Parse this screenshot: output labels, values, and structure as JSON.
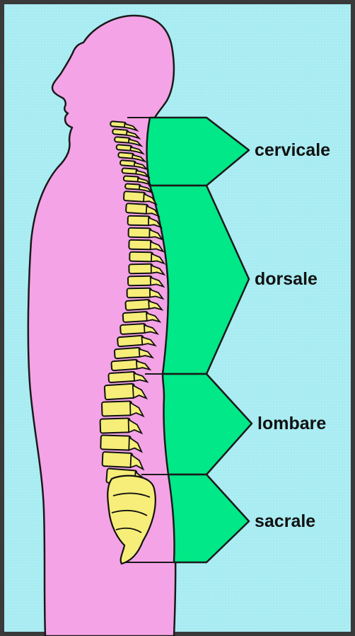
{
  "diagram": {
    "regions": [
      {
        "id": "cervical",
        "label": "cervicale"
      },
      {
        "id": "thoracic",
        "label": "dorsale"
      },
      {
        "id": "lumbar",
        "label": "lombare"
      },
      {
        "id": "sacral",
        "label": "sacrale"
      }
    ]
  },
  "colors": {
    "background": "#a8ecf2",
    "frame": "#3a3a3a",
    "body": "#f4a3e6",
    "body_outline": "#1a1a1a",
    "region_fill": "#00e887",
    "vertebra": "#f6ee78",
    "vertebra_outline": "#111111"
  }
}
